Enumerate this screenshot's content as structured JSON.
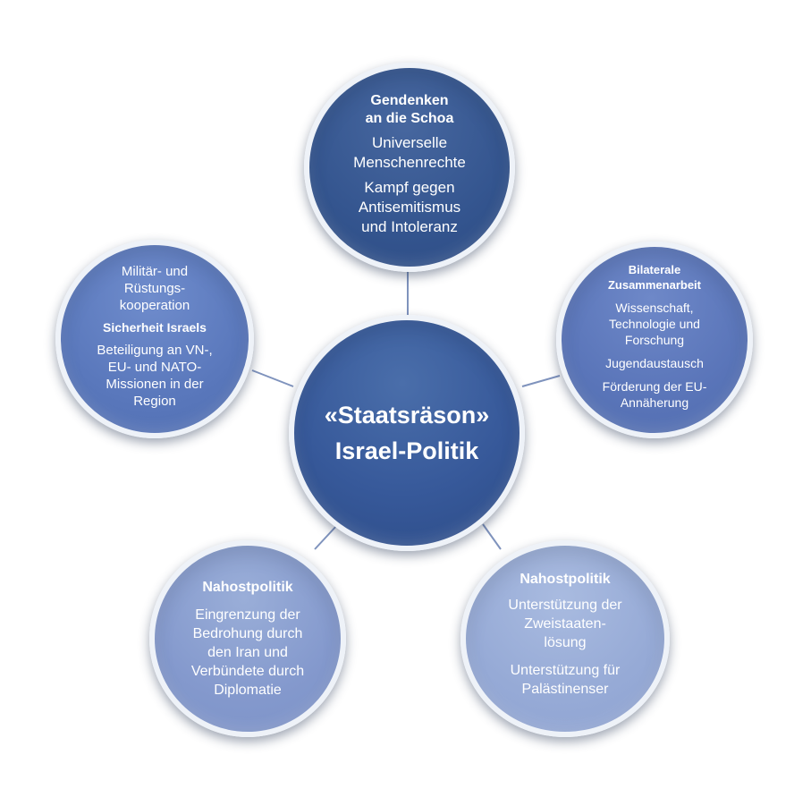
{
  "colors": {
    "hub": "#37599a",
    "top": "#34558f",
    "left": "#5a78bc",
    "right": "#5a75b9",
    "bottom_left": "#8499cd",
    "bottom_right": "#96aad6",
    "connector": "#7f93bd",
    "text": "#ffffff"
  },
  "hub": {
    "line1": "«Staatsräson»",
    "line2": "Israel-Politik"
  },
  "top": {
    "title": [
      "Gendenken",
      "an die Schoa"
    ],
    "items": [
      [
        "Universelle",
        "Menschenrechte"
      ],
      [
        "Kampf gegen",
        "Antisemitismus",
        "und Intoleranz"
      ]
    ]
  },
  "left": {
    "item1": [
      "Militär- und",
      "Rüstungs-",
      "kooperation"
    ],
    "title": "Sicherheit Israels",
    "item2": [
      "Beteiligung an VN-,",
      "EU- und NATO-",
      "Missionen in der",
      "Region"
    ]
  },
  "right": {
    "title": [
      "Bilaterale",
      "Zusammenarbeit"
    ],
    "items": [
      [
        "Wissenschaft,",
        "Technologie und",
        "Forschung"
      ],
      [
        "Jugendaustausch"
      ],
      [
        "Förderung  der EU-",
        "Annäherung"
      ]
    ]
  },
  "bottom_left": {
    "title": "Nahostpolitik",
    "item": [
      "Eingrenzung der",
      "Bedrohung durch",
      "den Iran und",
      "Verbündete durch",
      "Diplomatie"
    ]
  },
  "bottom_right": {
    "title": "Nahostpolitik",
    "items": [
      [
        "Unterstützung der",
        "Zweistaaten-",
        "lösung"
      ],
      [
        "Unterstützung für",
        "Palästinenser"
      ]
    ]
  }
}
